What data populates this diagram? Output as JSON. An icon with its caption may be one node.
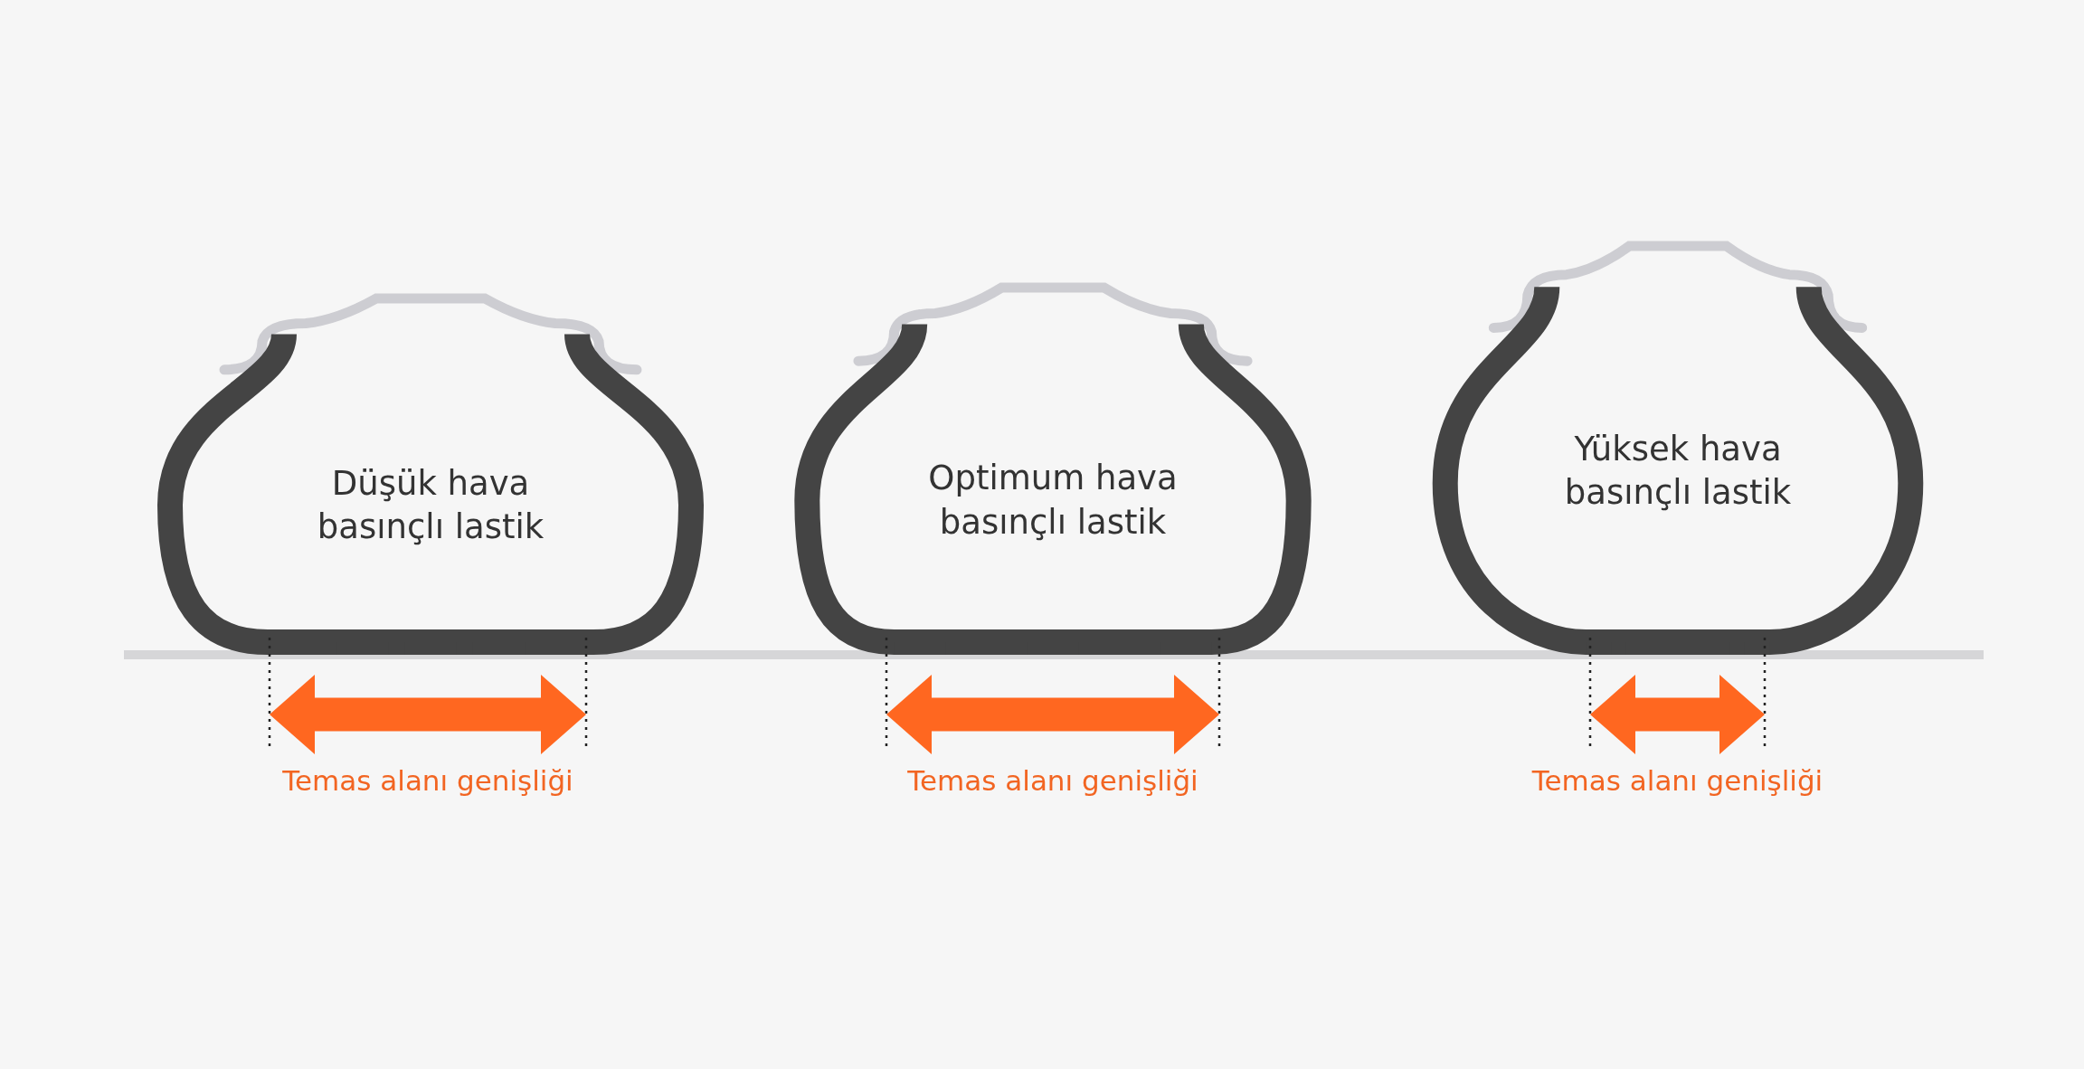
{
  "diagram": {
    "nodes": [
      {
        "text": [
          "Düşük hava basınçlı lastik"
        ]
      },
      {
        "text": [
          "Optimum hava basınçlı lastik"
        ]
      },
      {
        "text": [
          "Yüksek hava basınçlı lastik"
        ]
      }
    ],
    "labels": [
      "Temas alanı genişliği",
      "Temas alanı genişliği",
      "Temas alanı genişliği"
    ]
  }
}
